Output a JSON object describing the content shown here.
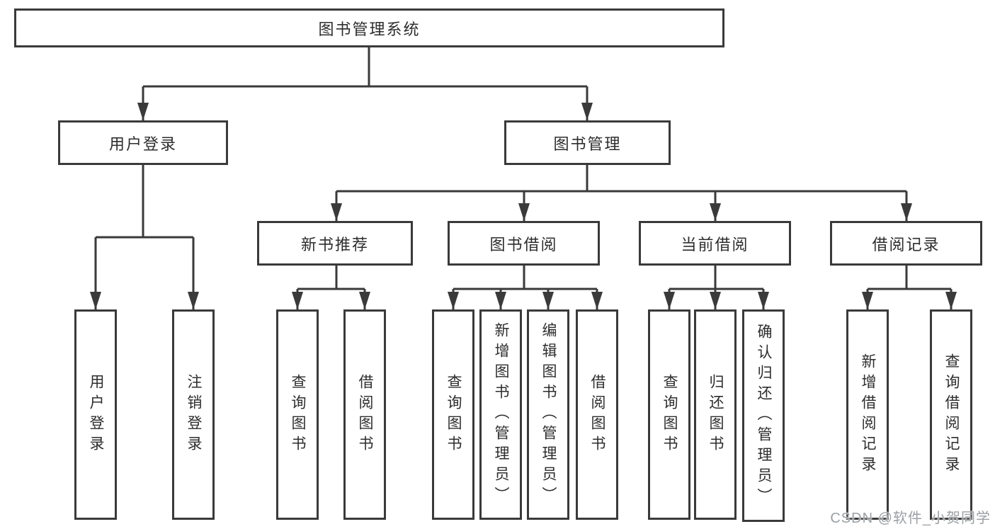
{
  "colors": {
    "line": "#3a3a3a",
    "text": "#2d2d2d",
    "background": "#ffffff",
    "watermark": "#9ba0a4"
  },
  "tree": {
    "label": "图书管理系统",
    "children": [
      {
        "label": "用户登录",
        "children": [
          {
            "label": "用户登录"
          },
          {
            "label": "注销登录"
          }
        ]
      },
      {
        "label": "图书管理",
        "children": [
          {
            "label": "新书推荐",
            "children": [
              {
                "label": "查询图书"
              },
              {
                "label": "借阅图书"
              }
            ]
          },
          {
            "label": "图书借阅",
            "children": [
              {
                "label": "查询图书"
              },
              {
                "label": "新增图书（管理员）"
              },
              {
                "label": "编辑图书（管理员）"
              },
              {
                "label": "借阅图书"
              }
            ]
          },
          {
            "label": "当前借阅",
            "children": [
              {
                "label": "查询图书"
              },
              {
                "label": "归还图书"
              },
              {
                "label": "确认归还（管理员）"
              }
            ]
          },
          {
            "label": "借阅记录",
            "children": [
              {
                "label": "新增借阅记录"
              },
              {
                "label": "查询借阅记录"
              }
            ]
          }
        ]
      }
    ]
  },
  "watermark": {
    "text": "CSDN @软件_小贺同学"
  }
}
